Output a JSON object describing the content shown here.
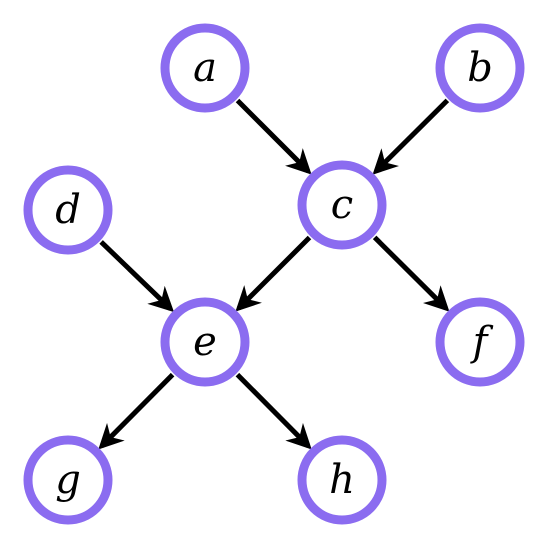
{
  "diagram": {
    "type": "directed-graph",
    "node_color": "#8B6CF0",
    "edge_color": "#000000",
    "nodes": [
      {
        "id": "a",
        "label": "a"
      },
      {
        "id": "b",
        "label": "b"
      },
      {
        "id": "c",
        "label": "c"
      },
      {
        "id": "d",
        "label": "d"
      },
      {
        "id": "e",
        "label": "e"
      },
      {
        "id": "f",
        "label": "f"
      },
      {
        "id": "g",
        "label": "g"
      },
      {
        "id": "h",
        "label": "h"
      }
    ],
    "edges": [
      {
        "from": "a",
        "to": "c"
      },
      {
        "from": "b",
        "to": "c"
      },
      {
        "from": "c",
        "to": "e"
      },
      {
        "from": "c",
        "to": "f"
      },
      {
        "from": "d",
        "to": "e"
      },
      {
        "from": "e",
        "to": "g"
      },
      {
        "from": "e",
        "to": "h"
      }
    ]
  }
}
